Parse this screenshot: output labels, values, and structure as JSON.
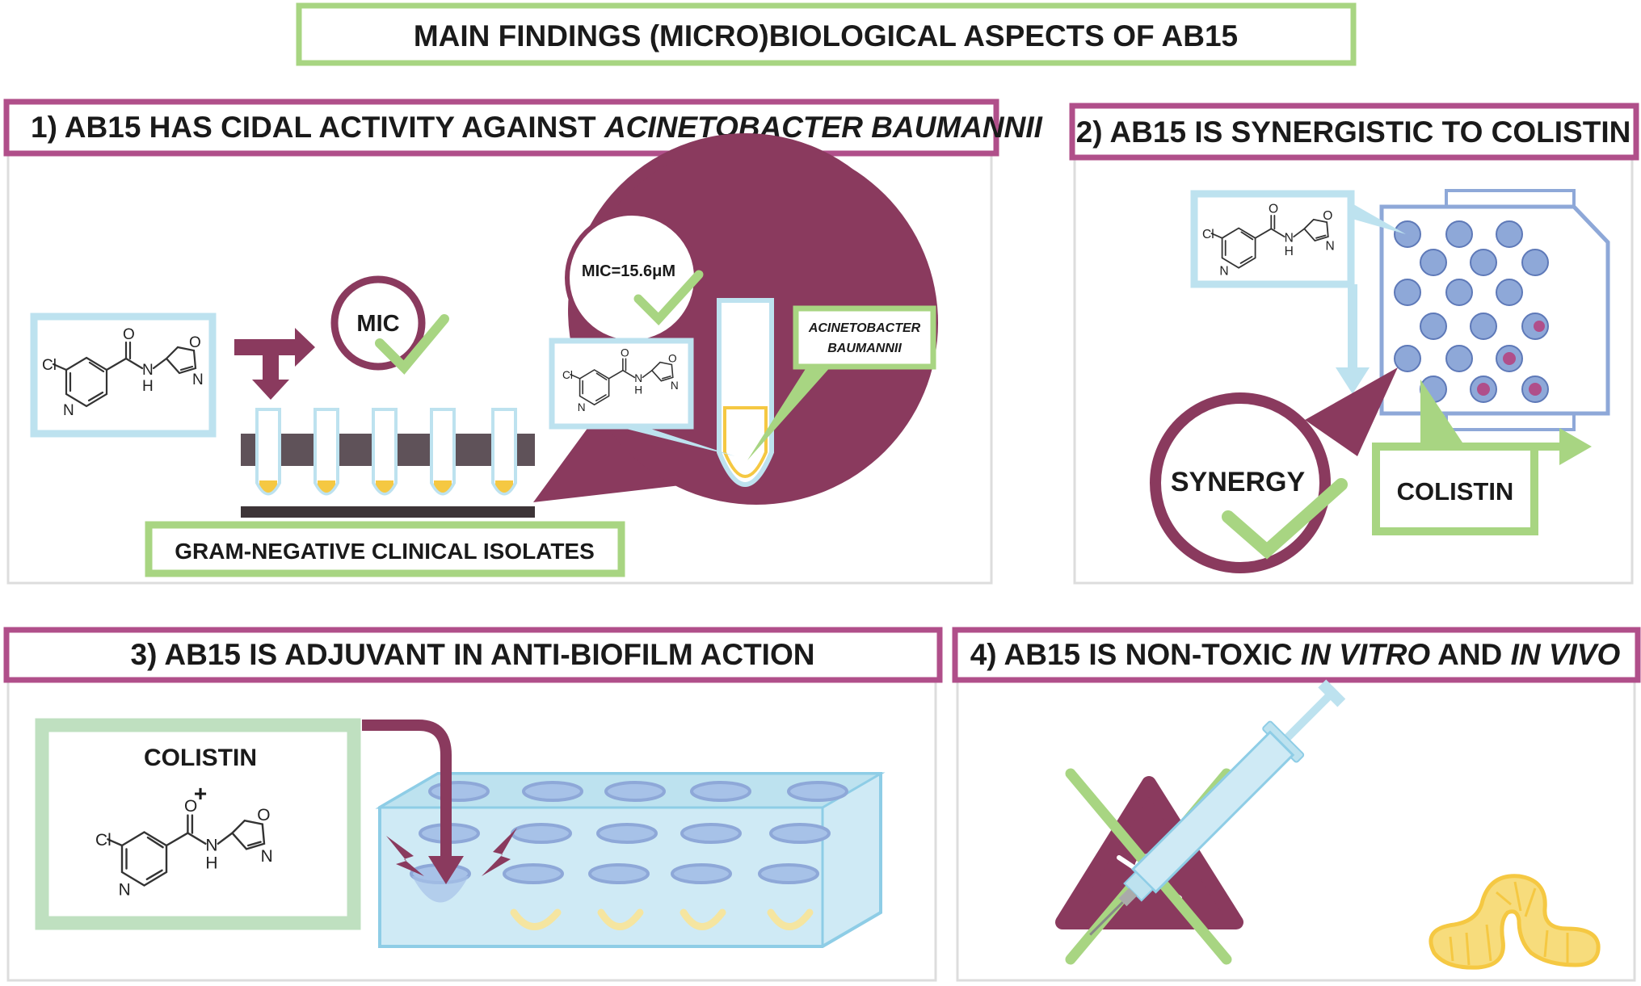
{
  "title": "MAIN FINDINGS (MICRO)BIOLOGICAL ASPECTS OF AB15",
  "panel1": {
    "header_text": "1) AB15 HAS CIDAL ACTIVITY AGAINST ",
    "header_italic": "ACINETOBACTER BAUMANNII",
    "mic_label": "MIC",
    "mic_value": "MIC=15.6μM",
    "organism_line1": "ACINETOBACTER",
    "organism_line2": "BAUMANNII",
    "isolates_label": "GRAM-NEGATIVE CLINICAL ISOLATES"
  },
  "panel2": {
    "header": "2) AB15 IS SYNERGISTIC TO COLISTIN",
    "synergy_label": "SYNERGY",
    "colistin_label": "COLISTIN"
  },
  "panel3": {
    "header": "3) AB15 IS ADJUVANT IN ANTI-BIOFILM ACTION",
    "colistin_label": "COLISTIN",
    "plus": "+"
  },
  "panel4": {
    "header_a": "4) AB15 IS NON-TOXIC ",
    "header_b": "IN VITRO",
    "header_c": " AND ",
    "header_d": "IN VIVO"
  },
  "molecule_atoms": {
    "cl": "Cl",
    "n_ring": "N",
    "o_carbonyl": "O",
    "nh_n": "N",
    "nh_h": "H",
    "ox_o": "O",
    "ox_n": "N"
  },
  "colors": {
    "green": "#a8d582",
    "magenta": "#b04f8a",
    "maroon": "#8a3a5e",
    "lightblue": "#bde2ef",
    "blue": "#8ea8d8",
    "yellow": "#f5c842",
    "grey": "#dddddd"
  }
}
